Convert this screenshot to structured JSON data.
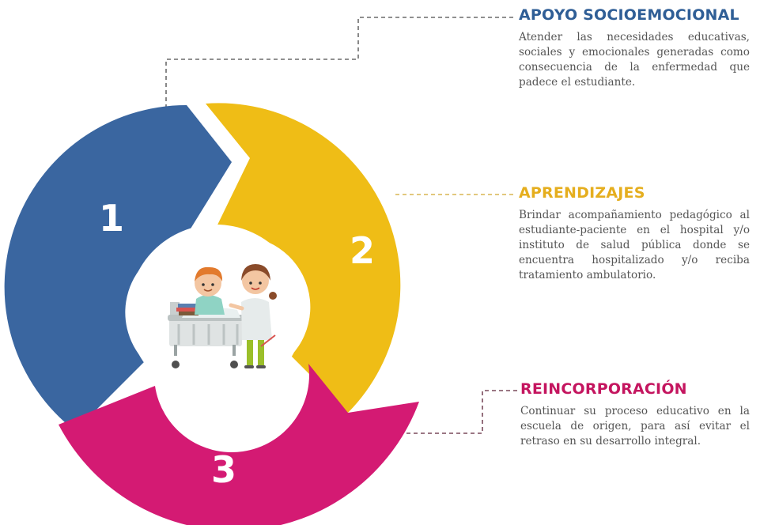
{
  "colors": {
    "blue": "#3a66a0",
    "yellow": "#efbd16",
    "magenta": "#d41a73",
    "blue_heading": "#2f5e96",
    "yellow_heading": "#e5ae1e",
    "magenta_heading": "#c4155f",
    "connector": "#6c6c6c"
  },
  "cycle": {
    "segments": [
      {
        "number": "1",
        "color": "blue"
      },
      {
        "number": "2",
        "color": "yellow"
      },
      {
        "number": "3",
        "color": "magenta"
      }
    ],
    "center_icon": "student-patient-and-teacher-illustration"
  },
  "sections": [
    {
      "heading": "APOYO SOCIOEMOCIONAL",
      "text": "Atender las necesidades educativas, sociales y emocionales generadas como consecuencia de la enfermedad que padece el estudiante."
    },
    {
      "heading": "APRENDIZAJES",
      "text": "Brindar acompañamiento pedagógico al estudiante-paciente en el hospital y/o instituto de salud pública donde se encuentra hospitalizado y/o reciba tratamiento ambulatorio."
    },
    {
      "heading": "REINCORPORACIÓN",
      "text": "Continuar su proceso educativo en la escuela de origen, para así evitar el retraso en su desarrollo integral."
    }
  ]
}
